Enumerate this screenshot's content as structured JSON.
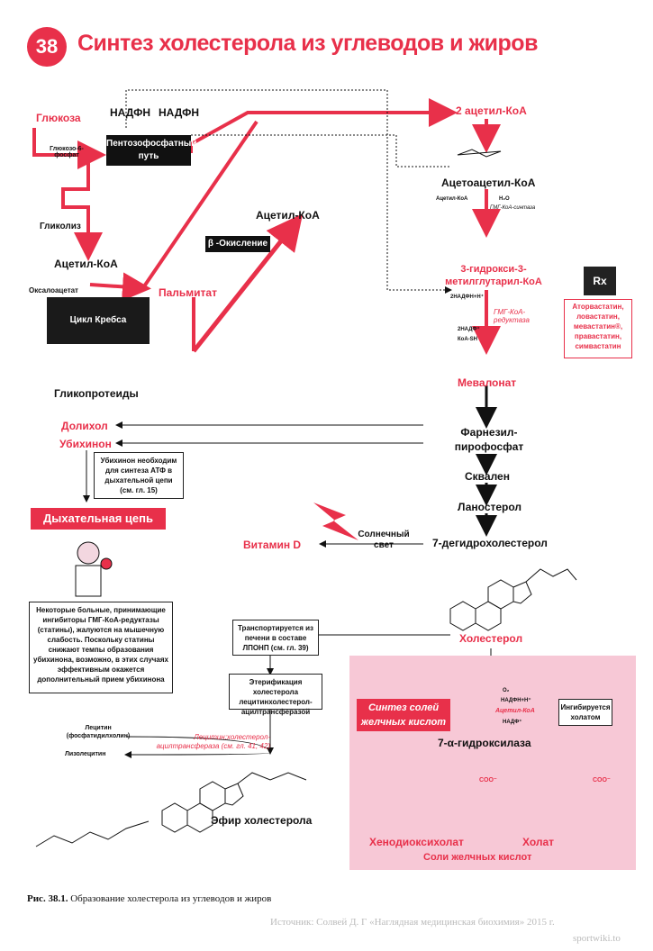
{
  "title": {
    "number": "38",
    "text": "Синтез холестерола из углеводов и жиров"
  },
  "left": {
    "glucose": "Глюкоза",
    "nadph1": "НАДФН",
    "nadph2": "НАДФН",
    "g6p": "Глюкозо-6-фосфат",
    "pentose": "Пентозофосфатный путь",
    "glycolysis": "Гликолиз",
    "acetylcoa": "Ацетил-КоА",
    "oxaloacetate": "Оксалоацетат",
    "krebs": "Цикл Кребса",
    "palmitate": "Пальмитат",
    "beta": "β -Окисление",
    "acetylcoa2": "Ацетил-КоА"
  },
  "pathway": {
    "acetyl2": "2 ацетил-КоА",
    "acetoacetyl": "Ацетоацетил-КоА",
    "acetylcoa_small": "Ацетил-КоА",
    "h2o": "H₂O",
    "hmg_synthase": "ГМГ-КоА-синтаза",
    "hmg": "3-гидрокси-3-метилглутарил-КоА",
    "nadph_in": "2НАДФН+Н⁺",
    "hmg_reductase": "ГМГ-КоА-редуктаза",
    "nadp_out": "2НАДФ⁺",
    "coash": "КоА-SH",
    "mevalonate": "Мевалонат",
    "farnesyl": "Фарнезил-пирофосфат",
    "squalene": "Сквален",
    "lanosterol": "Ланостерол",
    "dehydro": "7-дегидрохолестерол",
    "cholesterol": "Холестерол",
    "sunlight": "Солнечный свет",
    "vitd": "Витамин D"
  },
  "products": {
    "glycoproteins": "Гликопротеиды",
    "dolichol": "Долихол",
    "ubiquinone": "Убихинон",
    "ubiquinone_note": "Убихинон необходим для синтеза АТФ в дыхательной цепи (см. гл. 15)",
    "resp_chain": "Дыхательная цепь",
    "statin_note": "Некоторые больные, принимающие ингибиторы ГМГ-КоА-редуктазы (статины), жалуются на мышечную слабость. Поскольку статины снижают темпы образования убихинона, возможно, в этих случаях эффективным окажется дополнительный прием убихинона"
  },
  "drugs": {
    "rx": "Rx",
    "text": "Аторвастатин, ловастатин, мевастатин®, правастатин, симвастатин"
  },
  "ester": {
    "transport": "Транспортируется из печени в составе ЛПОНП (см. гл. 39)",
    "esterif": "Этерификация холестерола лецитинхолестерол-ацилтрансферазой",
    "lecithin": "Лецитин (фосфатидилхолин)",
    "lcat": "Лецитин:холестерол-ацилтрансфераза (см. гл. 41, 42)",
    "lysolecithin": "Лизолецитин",
    "ester_label": "Эфир холестерола"
  },
  "bile": {
    "banner": "Синтез солей желчных кислот",
    "o2": "O₂",
    "nadph": "НАДФН+Н⁺",
    "acetylcoa": "Ацетил-КоА",
    "nadp": "НАДФ⁺",
    "hydroxylase": "7-α-гидроксилаза",
    "inhibited": "Ингибируется холатом",
    "chenodeoxy": "Хенодиоксихолат",
    "cholate": "Холат",
    "salts": "Соли желчных кислот",
    "coo1": "COO⁻",
    "coo2": "COO⁻"
  },
  "caption": {
    "label": "Рис. 38.1.",
    "text": "Образование холестерола из углеводов и жиров"
  },
  "source": {
    "line1": "Источник: Солвей Д. Г «Наглядная медицинская биохимия» 2015 г.",
    "line2": "sportwiki.to"
  },
  "colors": {
    "accent": "#e8304a",
    "pink": "#f7c8d6",
    "dark": "#111111"
  }
}
